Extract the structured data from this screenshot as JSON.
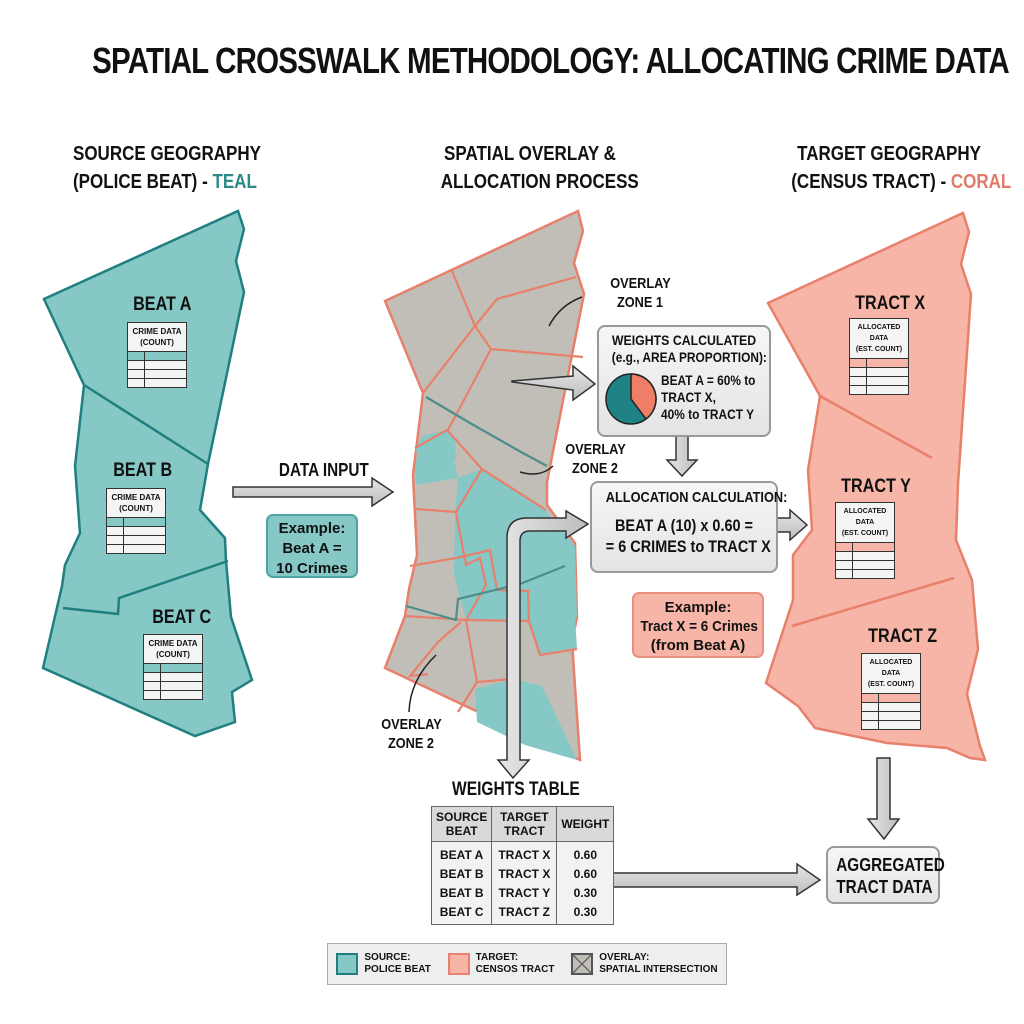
{
  "title": "SPATIAL CROSSWALK METHODOLOGY: ALLOCATING CRIME DATA",
  "columns": {
    "source": {
      "line1": "SOURCE GEOGRAPHY",
      "line2_prefix": "(POLICE BEAT) - ",
      "line2_color_word": "TEAL"
    },
    "overlay": {
      "line1": "SPATIAL OVERLAY &",
      "line2": "ALLOCATION PROCESS"
    },
    "target": {
      "line1": "TARGET GEOGRAPHY",
      "line2_prefix": "(CENSUS TRACT) - ",
      "line2_color_word": "CORAL"
    }
  },
  "colors": {
    "teal_fill": "#85c8c6",
    "teal_stroke": "#207f80",
    "coral_fill": "#f6b5a6",
    "coral_stroke": "#e8806c",
    "overlay_fill": "#c1beb8",
    "arrow_fill": "#cfcfcf",
    "box_fill": "#ececec"
  },
  "source_regions": [
    {
      "name": "BEAT A",
      "table_header_1": "CRIME DATA",
      "table_header_2": "(COUNT)"
    },
    {
      "name": "BEAT B",
      "table_header_1": "CRIME DATA",
      "table_header_2": "(COUNT)"
    },
    {
      "name": "BEAT C",
      "table_header_1": "CRIME DATA",
      "table_header_2": "(COUNT)"
    }
  ],
  "target_regions": [
    {
      "name": "TRACT X",
      "table_header_1": "ALLOCATED DATA",
      "table_header_2": "(EST. COUNT)"
    },
    {
      "name": "TRACT Y",
      "table_header_1": "ALLOCATED DATA",
      "table_header_2": "(EST. COUNT)"
    },
    {
      "name": "TRACT Z",
      "table_header_1": "ALLOCATED DATA",
      "table_header_2": "(EST. COUNT)"
    }
  ],
  "data_input": {
    "label": "DATA INPUT",
    "example_line1": "Example:",
    "example_line2": "Beat A =",
    "example_line3": "10 Crimes"
  },
  "overlay_labels": {
    "zone1_line1": "OVERLAY",
    "zone1_line2": "ZONE 1",
    "zone2a_line1": "OVERLAY",
    "zone2a_line2": "ZONE 2",
    "zone2b_line1": "OVERLAY",
    "zone2b_line2": "ZONE 2"
  },
  "weights_box": {
    "line1": "WEIGHTS CALCULATED",
    "line2": "(e.g., AREA PROPORTION):",
    "text1": "BEAT A = 60% to",
    "text2": "TRACT X,",
    "text3": "40% to TRACT Y",
    "pie": [
      {
        "label": "TRACT X",
        "percent": 60,
        "color": "#1f8385"
      },
      {
        "label": "TRACT Y",
        "percent": 40,
        "color": "#ef7e66"
      }
    ]
  },
  "allocation_box": {
    "title": "ALLOCATION CALCULATION:",
    "line1": "BEAT A (10) x 0.60 =",
    "line2": "= 6 CRIMES to TRACT X"
  },
  "allocation_example": {
    "line1": "Example:",
    "line2": "Tract X = 6 Crimes",
    "line3": "(from Beat A)"
  },
  "weights_table": {
    "title": "WEIGHTS TABLE",
    "headers": [
      "SOURCE BEAT",
      "TARGET TRACT",
      "WEIGHT"
    ],
    "header_lines": [
      [
        "SOURCE",
        "BEAT"
      ],
      [
        "TARGET",
        "TRACT"
      ],
      [
        "WEIGHT",
        ""
      ]
    ],
    "rows": [
      [
        "BEAT A",
        "TRACT X",
        "0.60"
      ],
      [
        "BEAT B",
        "TRACT X",
        "0.60"
      ],
      [
        "BEAT B",
        "TRACT Y",
        "0.30"
      ],
      [
        "BEAT C",
        "TRACT Z",
        "0.30"
      ]
    ]
  },
  "aggregated": {
    "line1": "AGGREGATED",
    "line2": "TRACT DATA"
  },
  "legend": [
    {
      "line1": "SOURCE:",
      "line2": "POLICE BEAT",
      "swatch": "#85c8c6",
      "border": "#207f80"
    },
    {
      "line1": "TARGET:",
      "line2": "CENSOS TRACT",
      "swatch": "#f6b5a6",
      "border": "#e8806c"
    },
    {
      "line1": "OVERLAY:",
      "line2": "SPATIAL INTERSECTION",
      "swatch": "#c1beb8",
      "border": "#555555"
    }
  ]
}
